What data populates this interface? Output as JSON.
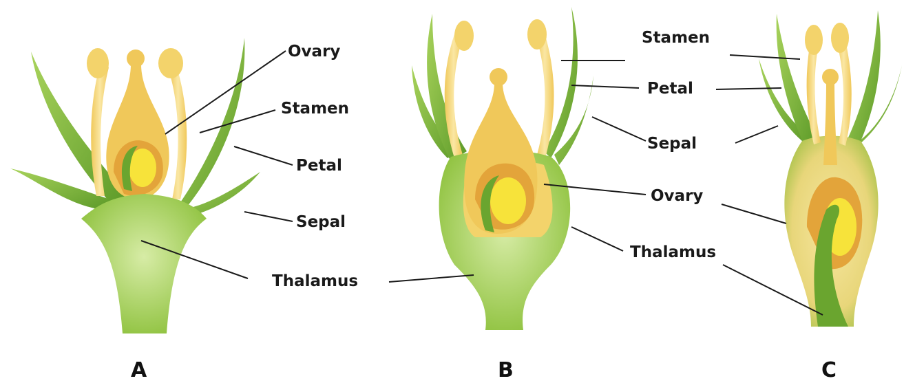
{
  "flowers": [
    {
      "letter": "A",
      "labels": {
        "ovary": "Ovary",
        "stamen": "Stamen",
        "petal": "Petal",
        "sepal": "Sepal",
        "thalamus": "Thalamus"
      }
    },
    {
      "letter": "B",
      "labels": {
        "petal": "Petal",
        "sepal": "Sepal",
        "ovary": "Ovary",
        "thalamus": "Thalamus"
      }
    },
    {
      "letter": "C",
      "labels": {
        "stamen": "Stamen"
      }
    }
  ],
  "colors": {
    "green": "#8fc23f",
    "green_dark": "#5f9a2a",
    "green_light": "#cfe49a",
    "yellow": "#f3d36b",
    "yellow_light": "#f8e6a0",
    "orange": "#e3a43a",
    "ovule": "#f7e33a"
  }
}
